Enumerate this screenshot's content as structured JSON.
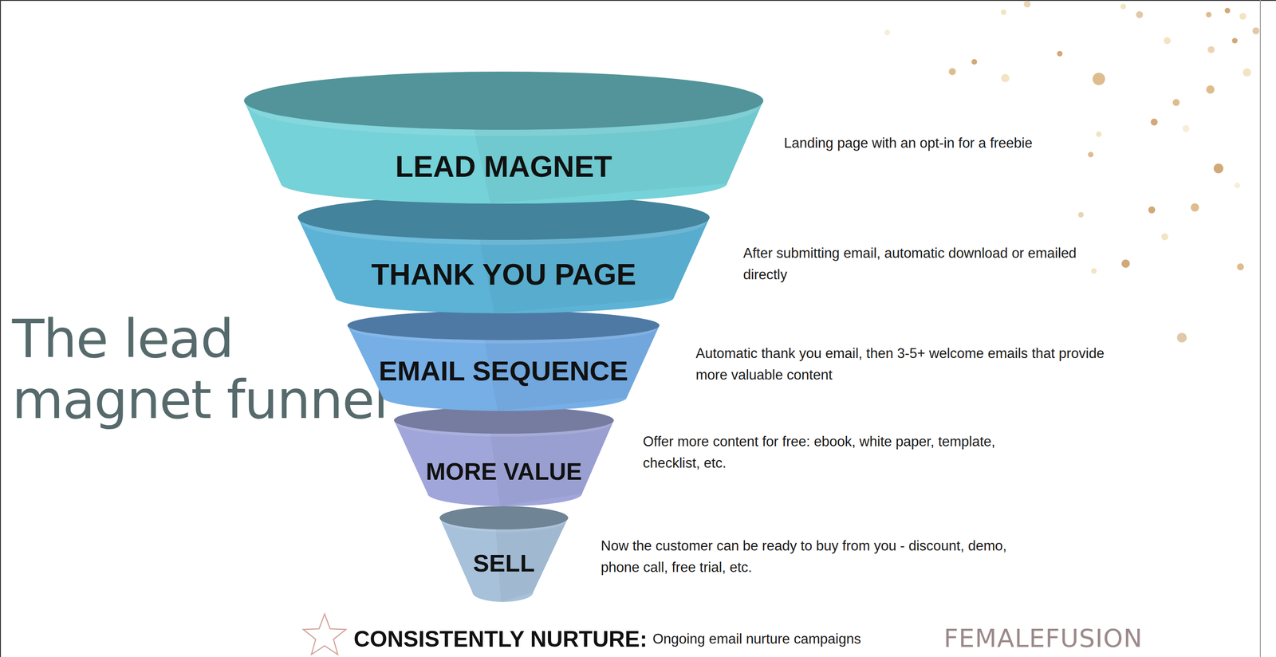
{
  "diagram": {
    "title": "The lead magnet funnel",
    "nodes": [
      {
        "text": [
          "LEAD MAGNET"
        ]
      },
      {
        "text": [
          "THANK YOU PAGE"
        ]
      },
      {
        "text": [
          "EMAIL SEQUENCE"
        ]
      },
      {
        "text": [
          "MORE VALUE"
        ]
      },
      {
        "text": [
          "SELL"
        ]
      }
    ],
    "labels": [
      "Landing page with an opt-in for a freebie",
      "After submitting email, automatic download or emailed directly",
      "Automatic thank you email, then 3-5+ welcome emails that provide more valuable content",
      "Offer more content for free: ebook, white paper, template, checklist, etc.",
      "Now the customer can be ready to buy from you - discount, demo, phone call, free trial, etc.",
      "CONSISTENTLY NURTURE:",
      "Ongoing email nurture campaigns",
      "FEMALEFUSION"
    ]
  }
}
